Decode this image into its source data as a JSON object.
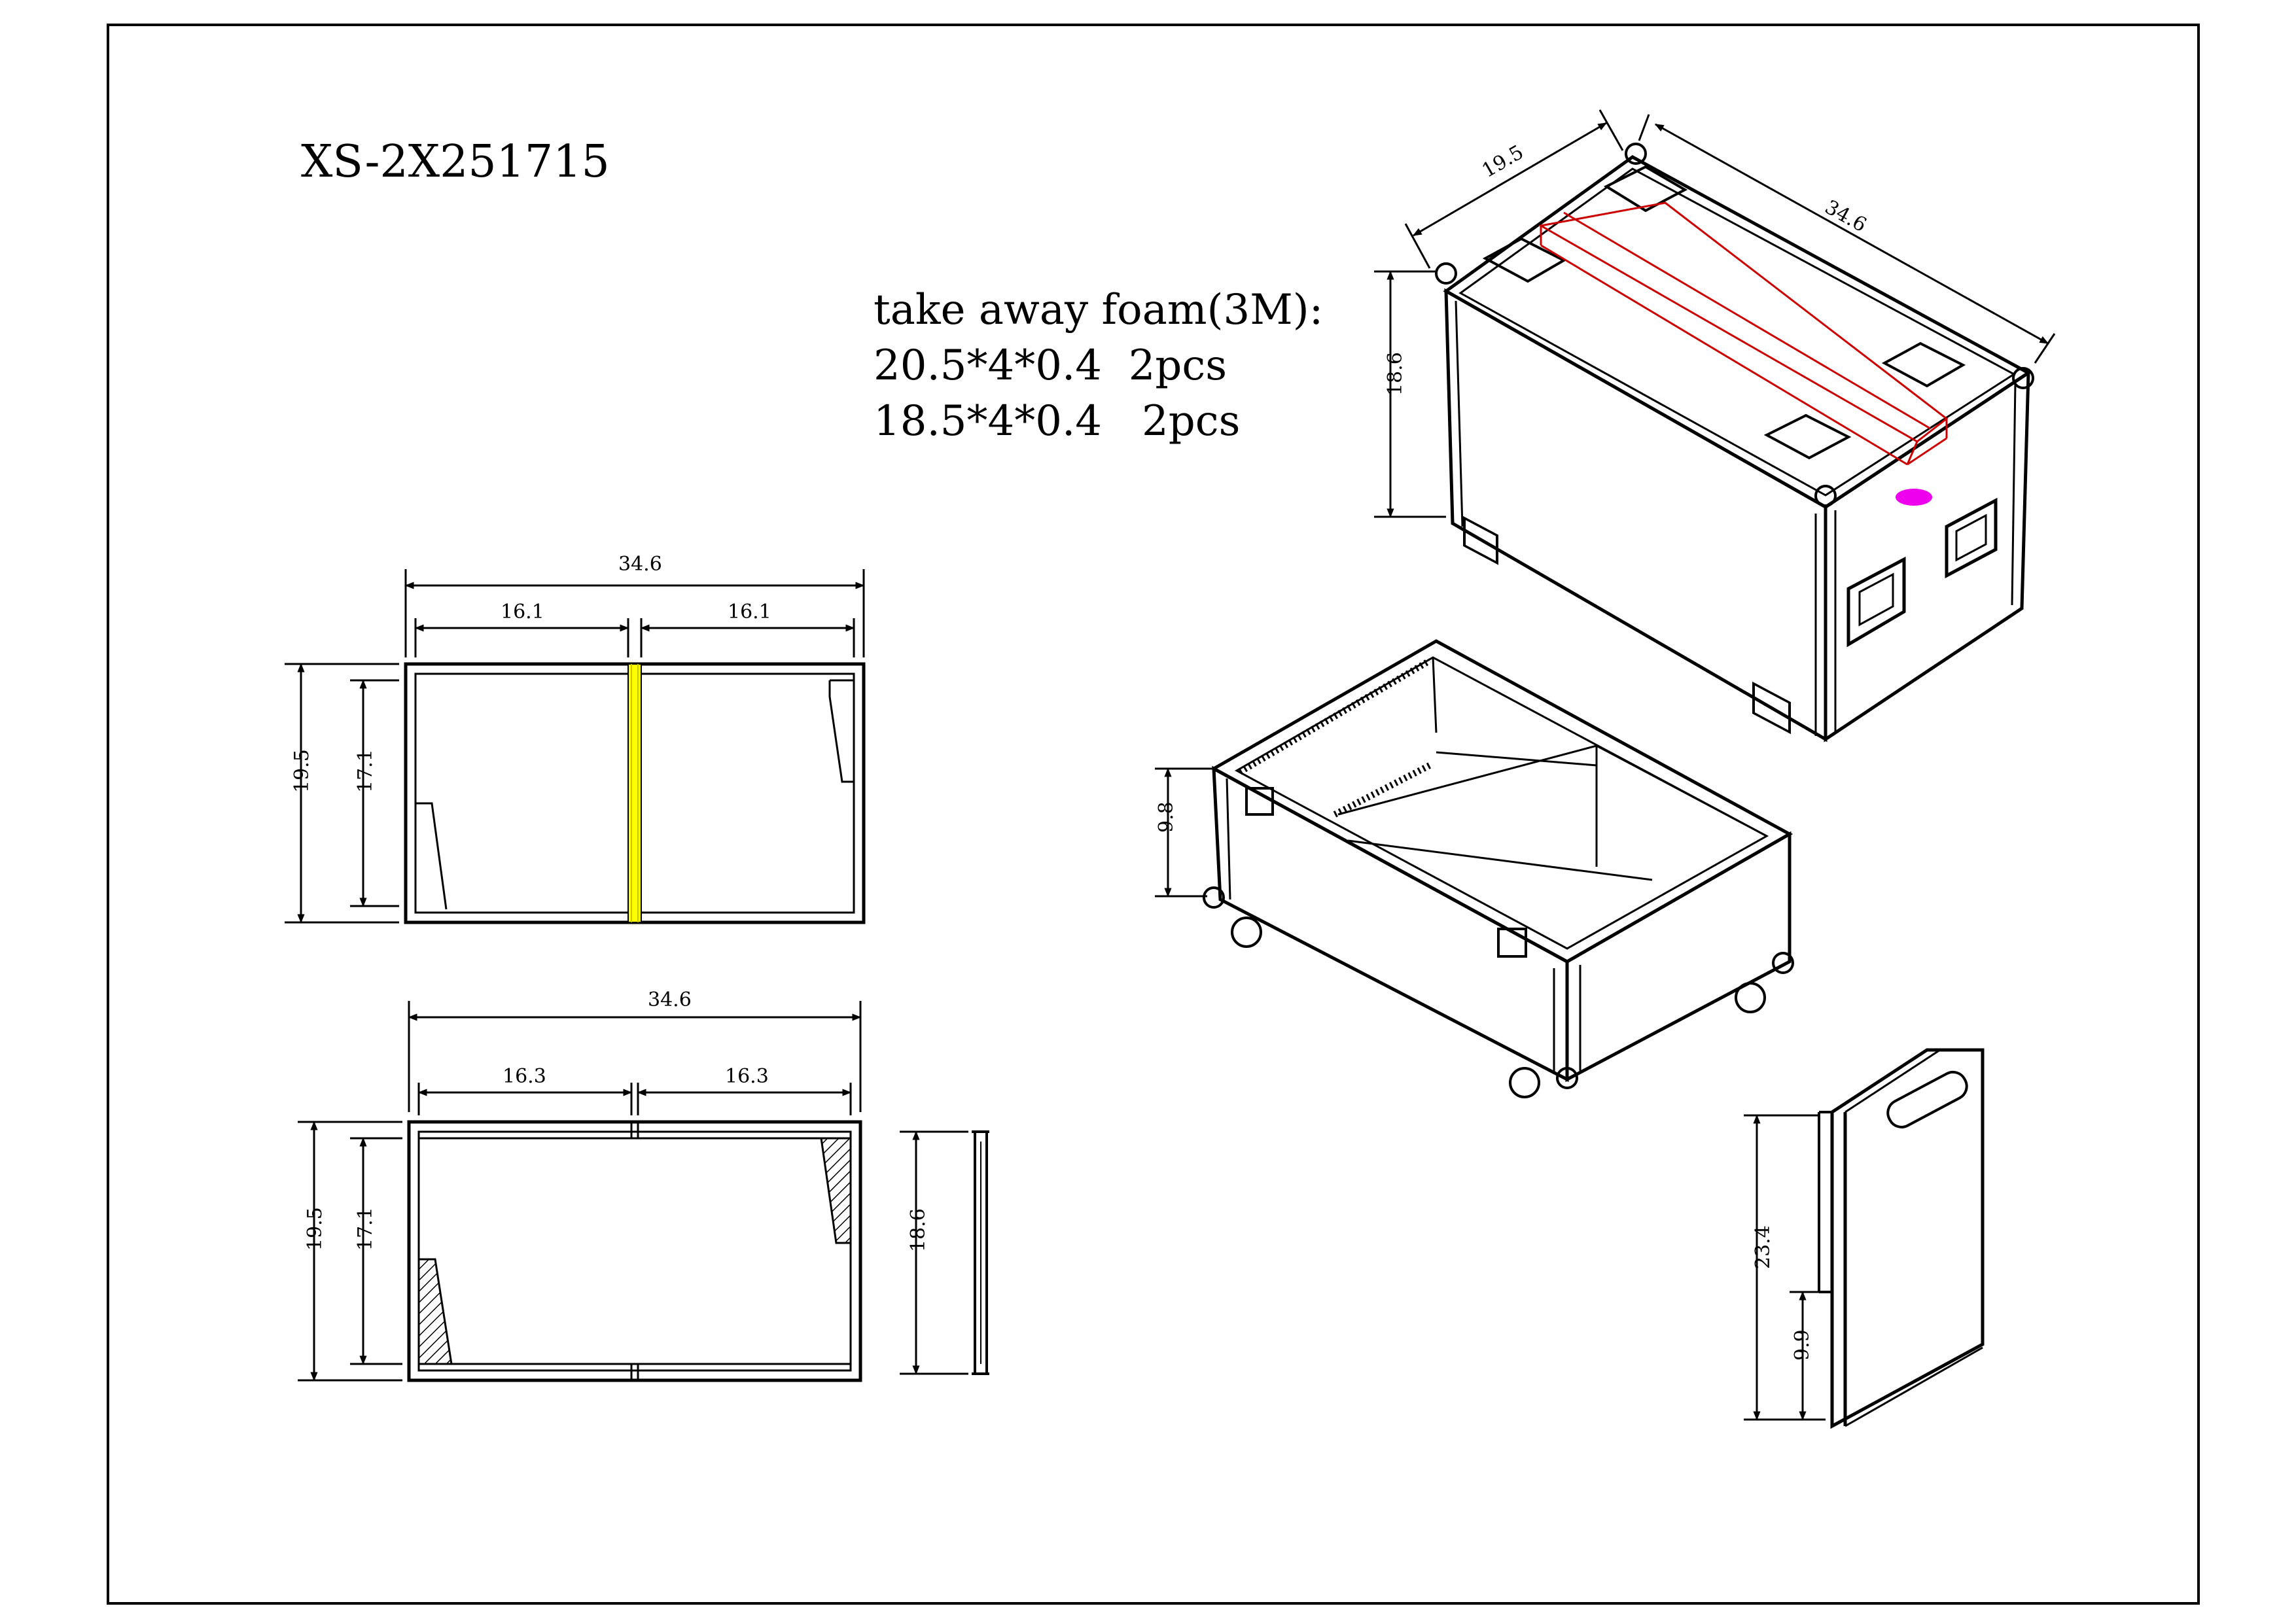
{
  "drawing": {
    "model": "XS-2X251715",
    "note_lines": [
      "take away foam(3M):",
      "20.5*4*0.4  2pcs",
      "18.5*4*0.4   2pcs"
    ]
  },
  "iso_case": {
    "width": "19.5",
    "length": "34.6",
    "height": "18.6"
  },
  "iso_base": {
    "height": "9.8"
  },
  "lid_top_view": {
    "overall_length": "34.6",
    "left_section": "16.1",
    "right_section": "16.1",
    "outer_width": "19.5",
    "inner_width": "17.1"
  },
  "base_top_view": {
    "overall_length": "34.6",
    "left_section": "16.3",
    "right_section": "16.3",
    "outer_width": "19.5",
    "inner_width": "17.1",
    "side_height": "18.6"
  },
  "divider_panel": {
    "total_height": "23.4",
    "lower_height": "9.9"
  },
  "colors": {
    "foam_strip": "#cc0000",
    "top_divider": "#ffff00",
    "marker": "#ee00ee",
    "line": "#000000"
  }
}
